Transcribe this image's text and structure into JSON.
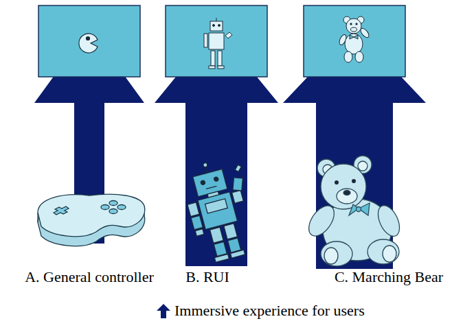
{
  "diagram": {
    "labels": [
      "A. General controller",
      "B. RUI",
      "C. Marching Bear"
    ],
    "legend": [
      {
        "text": "Immersive experience for users"
      }
    ]
  }
}
